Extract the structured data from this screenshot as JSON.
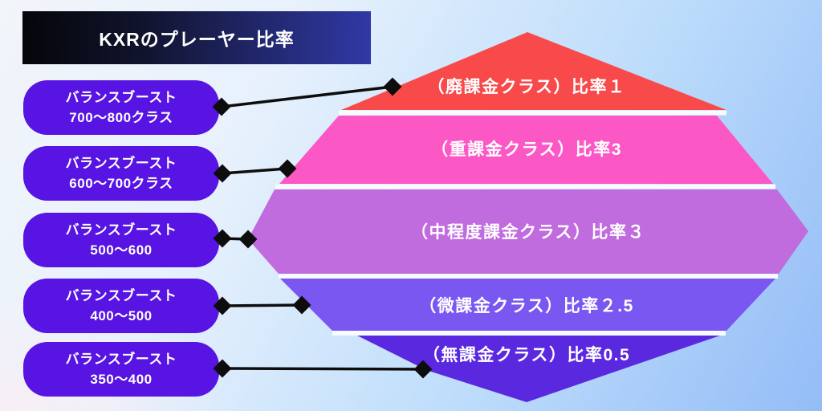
{
  "title": "KXRのプレーヤー比率",
  "left_boxes": [
    {
      "line1": "バランスブースト",
      "line2": "700〜800クラス"
    },
    {
      "line1": "バランスブースト",
      "line2": "600〜700クラス"
    },
    {
      "line1": "バランスブースト",
      "line2": "500〜600"
    },
    {
      "line1": "バランスブースト",
      "line2": "400〜500"
    },
    {
      "line1": "バランスブースト",
      "line2": "350〜400"
    }
  ],
  "bands": [
    {
      "label": "（廃課金クラス）比率１",
      "ratio": "1",
      "color": "#f84a4b"
    },
    {
      "label": "（重課金クラス）比率3",
      "ratio": "3",
      "color": "#fb58c6"
    },
    {
      "label": "（中程度課金クラス）比率３",
      "ratio": "3",
      "color": "#c06bde"
    },
    {
      "label": "（微課金クラス）比率２.5",
      "ratio": "2.5",
      "color": "#7a57f1"
    },
    {
      "label": "（無課金クラス）比率0.5",
      "ratio": "0.5",
      "color": "#5a28df"
    }
  ],
  "colors": {
    "box_purple": "#5714e2",
    "title_bar_left": "#050609",
    "title_bar_right": "#3039a6",
    "connector": "#0d0d0d",
    "band_text": "#ffffff"
  }
}
